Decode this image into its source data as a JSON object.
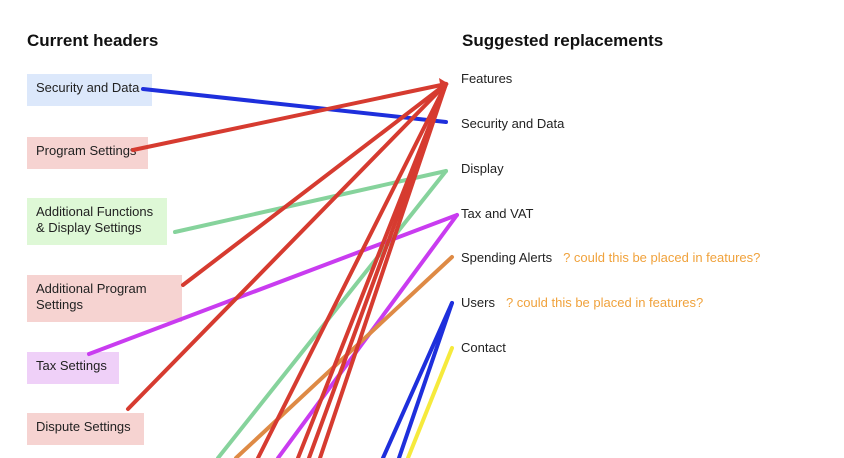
{
  "headings": {
    "current": "Current headers",
    "suggested": "Suggested replacements"
  },
  "current": [
    "Security and Data",
    "Program Settings",
    "Additional Functions\n& Display Settings",
    "Additional Program\nSettings",
    "Tax Settings",
    "Dispute Settings"
  ],
  "replacements": [
    {
      "label": "Features",
      "note": ""
    },
    {
      "label": "Security and Data",
      "note": ""
    },
    {
      "label": "Display",
      "note": ""
    },
    {
      "label": "Tax and VAT",
      "note": ""
    },
    {
      "label": "Spending Alerts",
      "note": "? could this be placed in features?"
    },
    {
      "label": "Users",
      "note": "? could this be placed in features?"
    },
    {
      "label": "Contact",
      "note": ""
    }
  ],
  "colors": {
    "blue": "#1e2fdc",
    "red": "#d63b30",
    "green": "#86d39c",
    "purple": "#c93cf0",
    "orange": "#de8a45",
    "yellow": "#f6ea3c",
    "note": "#f0a23c"
  }
}
